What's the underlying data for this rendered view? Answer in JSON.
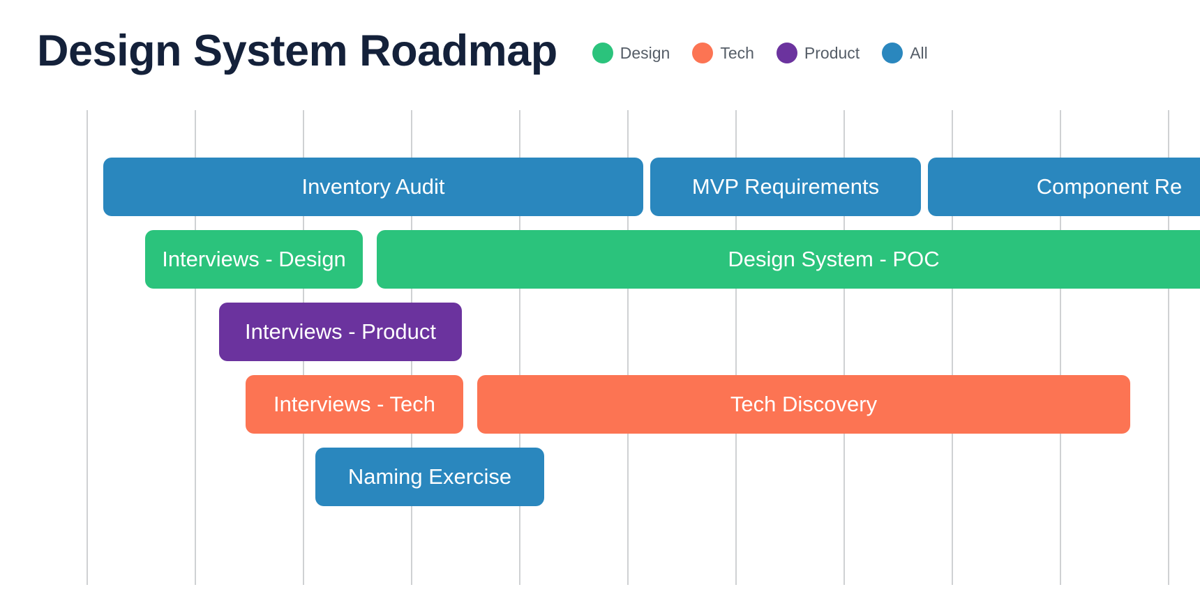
{
  "title": "Design System Roadmap",
  "legend": [
    {
      "label": "Design",
      "color": "#2bc37c",
      "icon": "dot"
    },
    {
      "label": "Tech",
      "color": "#fc7453",
      "icon": "dot"
    },
    {
      "label": "Product",
      "color": "#6b339e",
      "icon": "dot"
    },
    {
      "label": "All",
      "color": "#2a87be",
      "icon": "dot"
    }
  ],
  "tasks": [
    {
      "label": "Inventory Audit",
      "category": "All",
      "color": "#2a87be"
    },
    {
      "label": "MVP Requirements",
      "category": "All",
      "color": "#2a87be"
    },
    {
      "label": "Component Re",
      "category": "All",
      "color": "#2a87be"
    },
    {
      "label": "Interviews - Design",
      "category": "Design",
      "color": "#2bc37c"
    },
    {
      "label": "Design System - POC",
      "category": "Design",
      "color": "#2bc37c"
    },
    {
      "label": "Interviews - Product",
      "category": "Product",
      "color": "#6b339e"
    },
    {
      "label": "Interviews - Tech",
      "category": "Tech",
      "color": "#fc7453"
    },
    {
      "label": "Tech Discovery",
      "category": "Tech",
      "color": "#fc7453"
    },
    {
      "label": "Naming Exercise",
      "category": "All",
      "color": "#2a87be"
    }
  ]
}
